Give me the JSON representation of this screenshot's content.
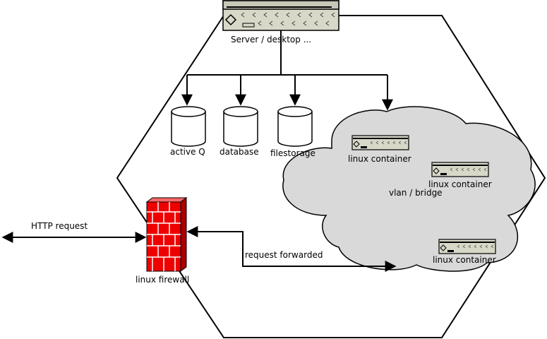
{
  "colors": {
    "cloud_fill": "#d9d9d9",
    "firewall_red": "#ee0000",
    "server_fill": "#d8d8c8",
    "line": "#000000"
  },
  "server": {
    "label": "Server / desktop ..."
  },
  "storage": {
    "active_q": "active Q",
    "database": "database",
    "filestorage": "filestorage"
  },
  "cloud": {
    "label": "vlan / bridge"
  },
  "containers": [
    {
      "label": "linux container"
    },
    {
      "label": "linux container"
    },
    {
      "label": "linux container"
    }
  ],
  "firewall": {
    "label": "linux firewall"
  },
  "edges": {
    "http_request": "HTTP request",
    "request_forwarded": "request forwarded"
  }
}
